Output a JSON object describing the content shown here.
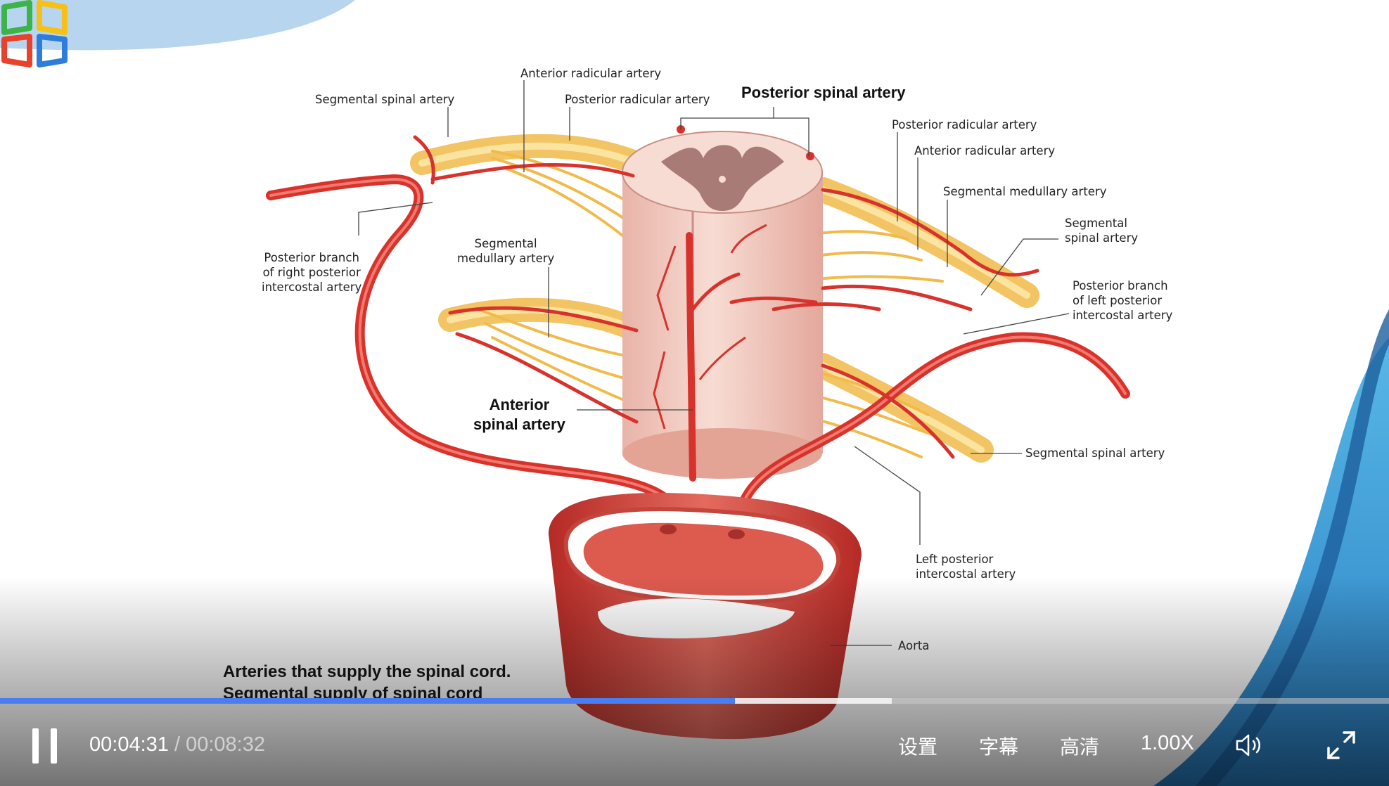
{
  "diagram": {
    "labels": {
      "anterior_radicular_artery_top": "Anterior radicular artery",
      "segmental_spinal_artery_left": "Segmental spinal artery",
      "posterior_radicular_artery_top": "Posterior radicular artery",
      "posterior_spinal_artery": "Posterior spinal artery",
      "posterior_radicular_artery_right": "Posterior radicular artery",
      "anterior_radicular_artery_right": "Anterior radicular artery",
      "segmental_medullary_artery_right": "Segmental medullary artery",
      "segmental_spinal_artery_right": "Segmental\nspinal artery",
      "posterior_branch_left": "Posterior branch\nof left posterior\nintercostal artery",
      "posterior_branch_right": "Posterior branch\nof right posterior\nintercostal artery",
      "segmental_medullary_artery_left": "Segmental\nmedullary artery",
      "anterior_spinal_artery": "Anterior\nspinal artery",
      "segmental_spinal_artery_lower": "Segmental spinal artery",
      "left_posterior_intercostal_artery": "Left posterior\nintercostal artery",
      "aorta": "Aorta"
    }
  },
  "caption": "Arteries that supply the spinal cord.\nSegmental supply of spinal cord",
  "player": {
    "progress_fraction": 0.529,
    "buffered_fraction": 0.642,
    "current_time": "00:04:31",
    "separator": "/",
    "total_time": "00:08:32",
    "settings_label": "设置",
    "subtitles_label": "字幕",
    "quality_label": "高清",
    "speed_label": "1.00X",
    "play_state_icon": "pause-icon",
    "volume_icon": "volume-icon",
    "fullscreen_icon": "fullscreen-icon"
  },
  "colors": {
    "artery": "#d8322c",
    "nerve": "#f2c463",
    "cord": "#f3cfc4",
    "progress": "#4a7ef0",
    "accent_blue": "#3aa0dc"
  }
}
